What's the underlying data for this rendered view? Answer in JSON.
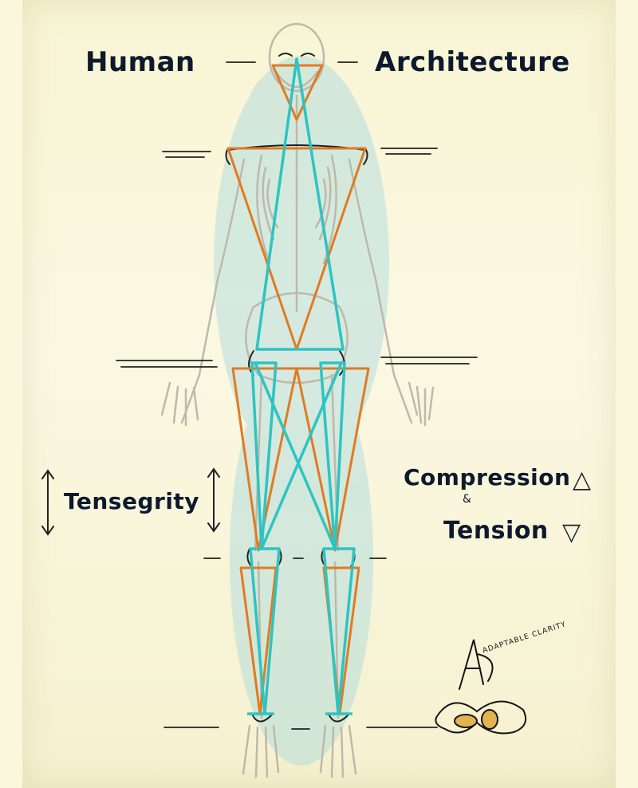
{
  "title": {
    "left": "Human",
    "right": "Architecture"
  },
  "labels": {
    "tensegrity": "Tensegrity",
    "compression": "Compression",
    "and": "&",
    "tension": "Tension"
  },
  "glyphs": {
    "compression_symbol": "△",
    "tension_symbol": "▽"
  },
  "signature": {
    "text": "ADAPTABLE CLARITY"
  },
  "colors": {
    "background": "#f8f5d4",
    "compression_line": "#e07b22",
    "tension_line": "#2ec4c1",
    "bone": "#b8b4a6",
    "label_ink": "#0d1a2e",
    "label_glow_blue": "#7ac8e0",
    "label_glow_yellow": "#f0c664"
  }
}
